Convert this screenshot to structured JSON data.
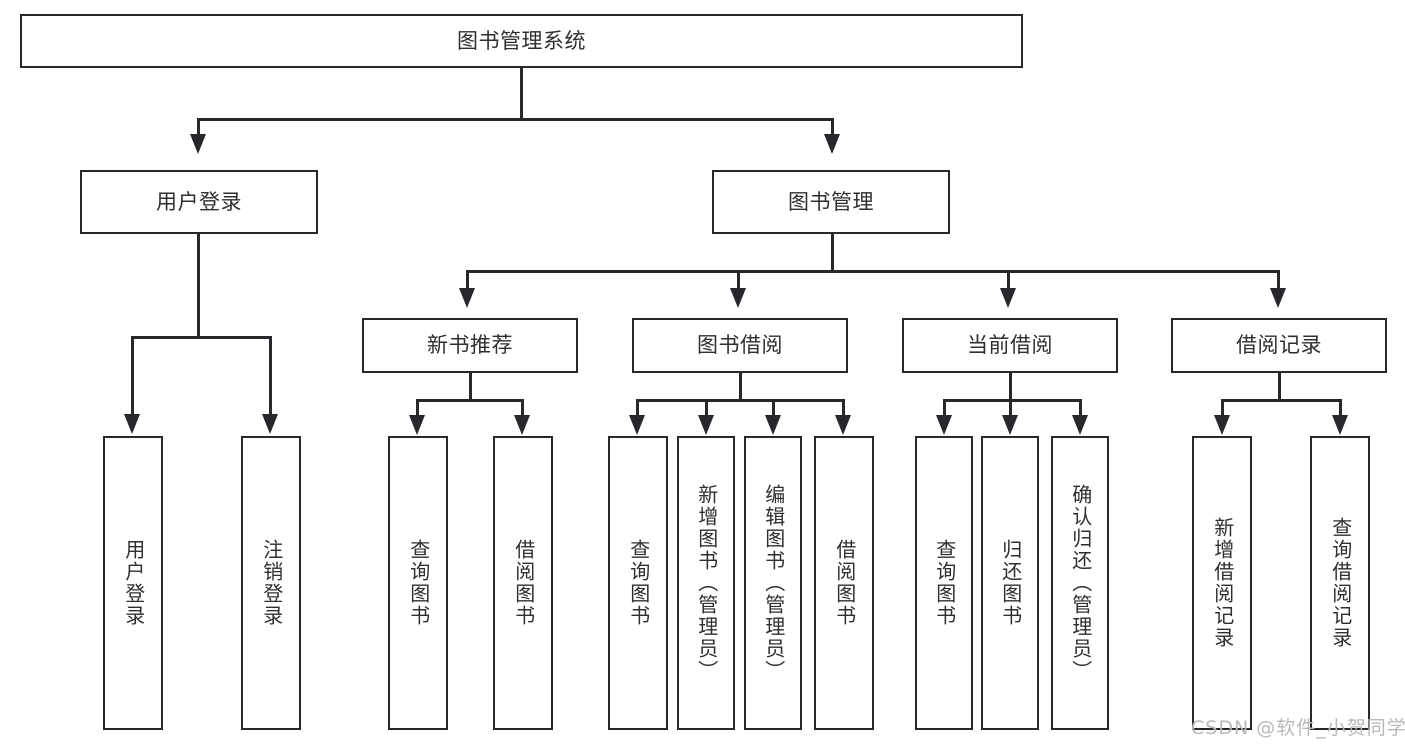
{
  "diagram": {
    "type": "tree-hierarchy-chart",
    "title_box": {
      "label": "图书管理系统"
    },
    "level2": [
      {
        "id": "user-login",
        "label": "用户登录"
      },
      {
        "id": "book-management",
        "label": "图书管理"
      }
    ],
    "level3": [
      {
        "id": "new-book-recommend",
        "label": "新书推荐"
      },
      {
        "id": "book-borrow",
        "label": "图书借阅"
      },
      {
        "id": "current-borrow",
        "label": "当前借阅"
      },
      {
        "id": "borrow-record",
        "label": "借阅记录"
      }
    ],
    "leaves": {
      "user_login": [
        {
          "id": "leaf-user-login",
          "label": "用户登录"
        },
        {
          "id": "leaf-logout-login",
          "label": "注销登录"
        }
      ],
      "new_book_recommend": [
        {
          "id": "leaf-query-book-1",
          "label": "查询图书"
        },
        {
          "id": "leaf-borrow-book-1",
          "label": "借阅图书"
        }
      ],
      "book_borrow": [
        {
          "id": "leaf-query-book-2",
          "label": "查询图书"
        },
        {
          "id": "leaf-add-book",
          "label": "新增图书（管理员）"
        },
        {
          "id": "leaf-edit-book",
          "label": "编辑图书（管理员）"
        },
        {
          "id": "leaf-borrow-book-2",
          "label": "借阅图书"
        }
      ],
      "current_borrow": [
        {
          "id": "leaf-query-book-3",
          "label": "查询图书"
        },
        {
          "id": "leaf-return-book",
          "label": "归还图书"
        },
        {
          "id": "leaf-confirm-return",
          "label": "确认归还（管理员）"
        }
      ],
      "borrow_record": [
        {
          "id": "leaf-add-record",
          "label": "新增借阅记录"
        },
        {
          "id": "leaf-query-record",
          "label": "查询借阅记录"
        }
      ]
    }
  },
  "watermark": {
    "text": "CSDN @软件_小贺同学"
  },
  "colors": {
    "background": "#ffffff",
    "border": "#27282c",
    "text": "#2f2f33",
    "watermark": "#b9b9bb"
  }
}
